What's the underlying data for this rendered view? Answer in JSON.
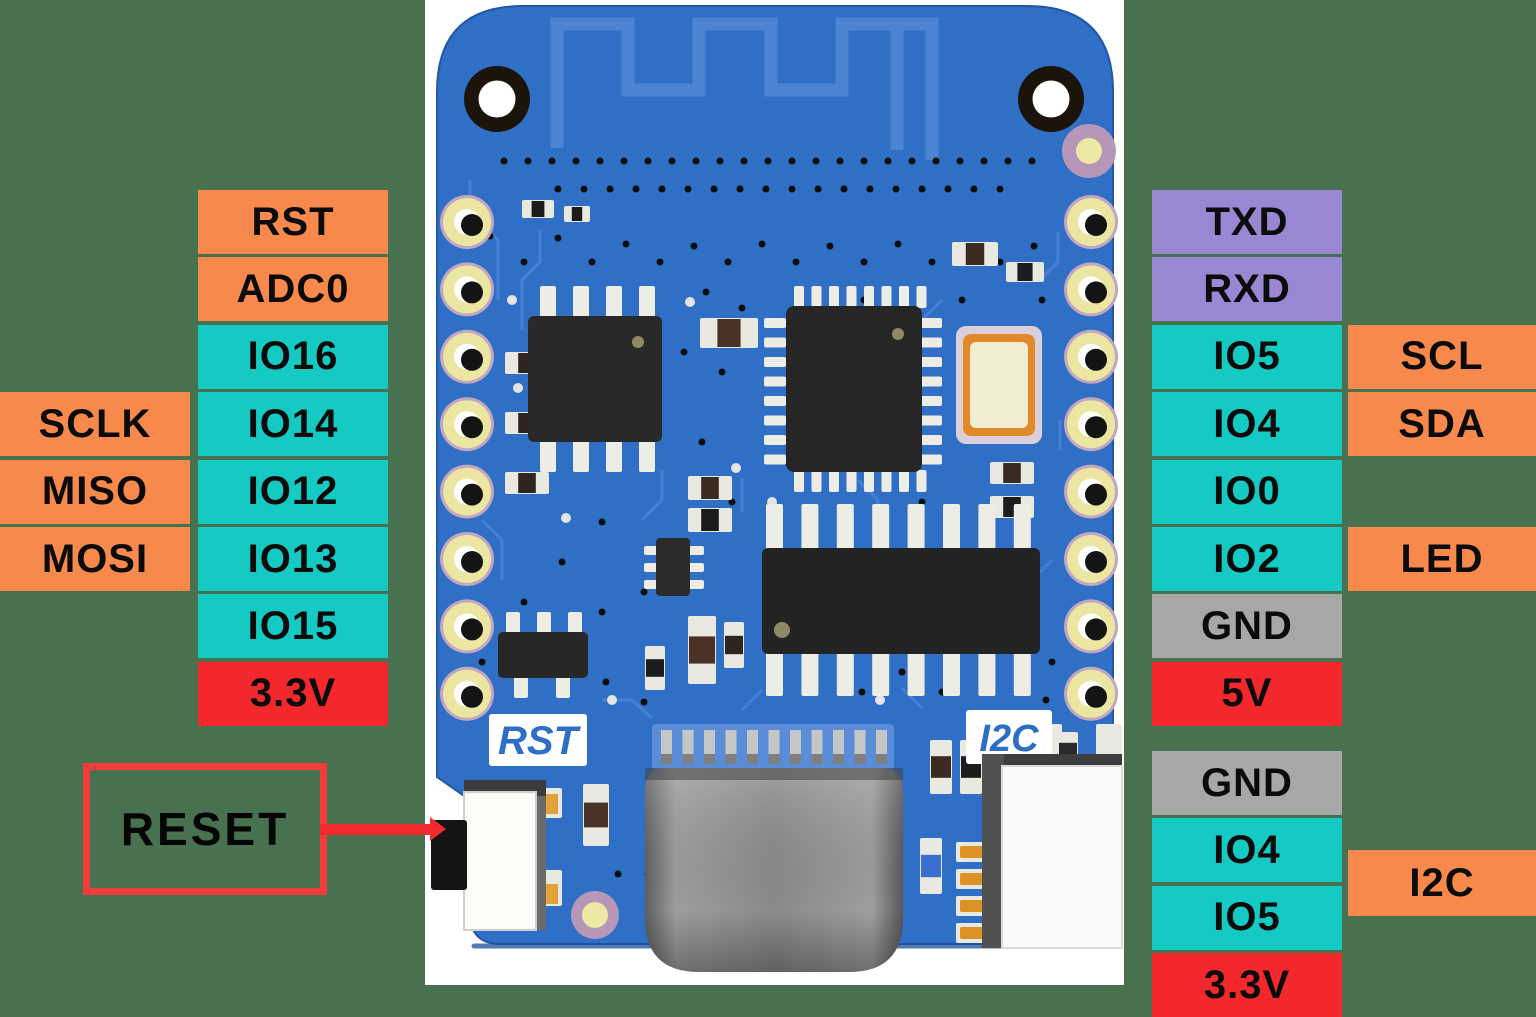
{
  "background_color": "#47714F",
  "colors": {
    "orange": "#F7894D",
    "teal": "#15CAC3",
    "red": "#F2282D",
    "purple": "#9987D4",
    "gray": "#A7A7A7",
    "board_blue": "#2F6FC5",
    "trace_blue": "#4C84D2",
    "pad_yellow": "#EBE6A1",
    "callout_red": "#F23B3B"
  },
  "left_outer_labels": [
    {
      "text": "SCLK",
      "color": "orange",
      "row": 3
    },
    {
      "text": "MISO",
      "color": "orange",
      "row": 4
    },
    {
      "text": "MOSI",
      "color": "orange",
      "row": 5
    }
  ],
  "left_pins": [
    {
      "text": "RST",
      "color": "orange"
    },
    {
      "text": "ADC0",
      "color": "orange"
    },
    {
      "text": "IO16",
      "color": "teal"
    },
    {
      "text": "IO14",
      "color": "teal"
    },
    {
      "text": "IO12",
      "color": "teal"
    },
    {
      "text": "IO13",
      "color": "teal"
    },
    {
      "text": "IO15",
      "color": "teal"
    },
    {
      "text": "3.3V",
      "color": "red"
    }
  ],
  "right_pins": [
    {
      "text": "TXD",
      "color": "purple"
    },
    {
      "text": "RXD",
      "color": "purple"
    },
    {
      "text": "IO5",
      "color": "teal"
    },
    {
      "text": "IO4",
      "color": "teal"
    },
    {
      "text": "IO0",
      "color": "teal"
    },
    {
      "text": "IO2",
      "color": "teal"
    },
    {
      "text": "GND",
      "color": "gray"
    },
    {
      "text": "5V",
      "color": "red"
    }
  ],
  "right_outer_labels": [
    {
      "text": "SCL",
      "color": "orange",
      "row": 2
    },
    {
      "text": "SDA",
      "color": "orange",
      "row": 3
    },
    {
      "text": "LED",
      "color": "orange",
      "row": 5
    }
  ],
  "bottom_right_pins": [
    {
      "text": "GND",
      "color": "gray"
    },
    {
      "text": "IO4",
      "color": "teal"
    },
    {
      "text": "IO5",
      "color": "teal"
    },
    {
      "text": "3.3V",
      "color": "red"
    }
  ],
  "i2c_bracket": {
    "text": "I2C",
    "color": "orange"
  },
  "reset_callout": {
    "text": "RESET",
    "border_color": "#F23B3B"
  },
  "board": {
    "silkscreen_rst": "RST",
    "silkscreen_i2c": "I2C"
  }
}
